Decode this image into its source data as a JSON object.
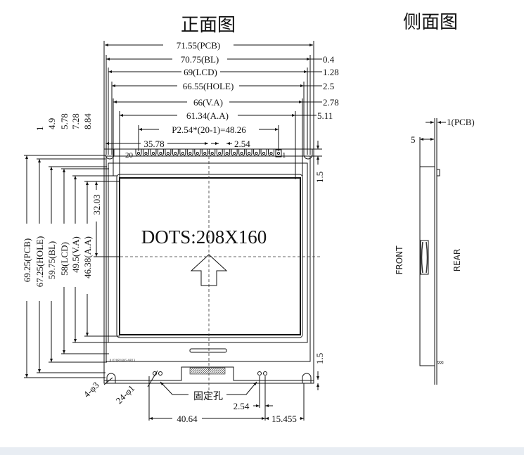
{
  "front_view": {
    "title": "正面图",
    "dots_label": "DOTS:208X160",
    "model_label": "JLX208160G-9813",
    "pin_first": "20",
    "pin_last": "1",
    "fix_hole_label": "固定孔",
    "horizontal_dims": [
      "71.55(PCB)",
      "70.75(BL)",
      "69(LCD)",
      "66.55(HOLE)",
      "66(V.A)",
      "61.34(A.A)",
      "P2.54*(20-1)=48.26",
      "35.78",
      "2.54"
    ],
    "right_offsets": [
      "0.4",
      "1.28",
      "2.5",
      "2.78",
      "5.11"
    ],
    "vertical_dims": [
      "69.25(PCB)",
      "67.25(HOLE)",
      "59.75(BL)",
      "58(LCD)",
      "49.5(V.A)",
      "46.38(A.A)",
      "32.03"
    ],
    "top_offsets": [
      "1",
      "4.9",
      "5.78",
      "7.28",
      "8.84"
    ],
    "side_gaps": [
      "1.5",
      "1.5"
    ],
    "bottom_dims": {
      "holes_large": "4-φ3",
      "holes_small": "24-φ1",
      "pitch": "2.54",
      "span": "40.64",
      "edge": "15.455"
    }
  },
  "side_view": {
    "title": "侧面图",
    "pcb_thickness": "1(PCB)",
    "depth": "5",
    "front_label": "FRONT",
    "rear_label": "REAR"
  }
}
